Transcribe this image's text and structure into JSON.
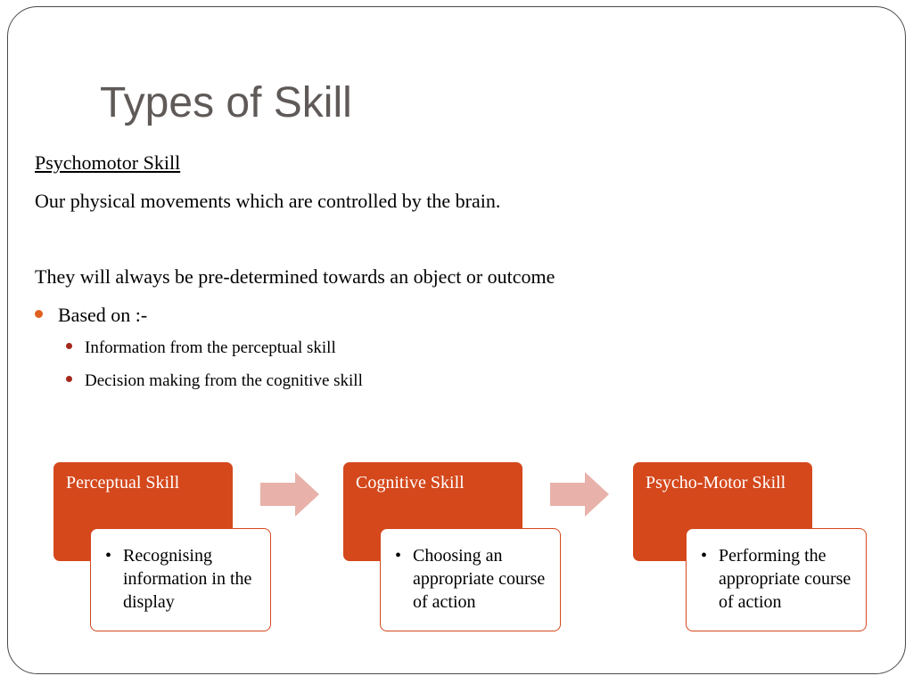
{
  "slide": {
    "title": "Types of Skill",
    "subheading": "Psychomotor Skill",
    "paragraph_1": "Our physical movements which are controlled by the brain.",
    "paragraph_2": "They will always be pre-determined towards an object or outcome",
    "bullet_1": "Based on :-",
    "sub_bullets": [
      "Information from the perceptual skill",
      "Decision making from the cognitive skill"
    ]
  },
  "diagram": {
    "steps": [
      {
        "heading": "Perceptual Skill",
        "bullet": "•",
        "detail": "Recognising information in the display"
      },
      {
        "heading": "Cognitive Skill",
        "bullet": "•",
        "detail": "Choosing an appropriate course of action"
      },
      {
        "heading": "Psycho-Motor Skill",
        "bullet": "•",
        "detail": "Performing the appropriate course of action"
      }
    ],
    "colors": {
      "box": "#d4481c",
      "arrow": "#e8b1a9",
      "bullet_level1": "#e0611f",
      "bullet_level2": "#a4281b"
    }
  }
}
